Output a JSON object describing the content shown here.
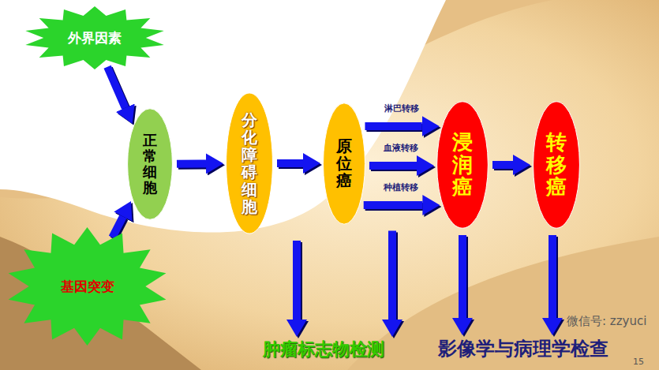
{
  "diagram": {
    "nodes": [
      {
        "text": [
          "外界因素"
        ]
      },
      {
        "text": [
          "基因突变"
        ]
      },
      {
        "text": [
          "正常细胞"
        ]
      },
      {
        "text": [
          "分化障碍细胞"
        ]
      },
      {
        "text": [
          "原位癌"
        ]
      },
      {
        "text": [
          "浸润癌"
        ]
      },
      {
        "text": [
          "转移癌"
        ]
      },
      {
        "text": [
          "肿瘤标志物检测"
        ]
      },
      {
        "text": [
          "影像学与病理学检查"
        ]
      }
    ],
    "edges": [
      {
        "from": 0,
        "to": 2,
        "arrow": "to"
      },
      {
        "from": 1,
        "to": 2,
        "arrow": "to"
      },
      {
        "from": 2,
        "to": 3,
        "arrow": "to"
      },
      {
        "from": 3,
        "to": 4,
        "arrow": "to"
      },
      {
        "from": 4,
        "to": 5,
        "label": "淋巴转移",
        "arrow": "to"
      },
      {
        "from": 4,
        "to": 5,
        "label": "血液转移",
        "arrow": "to"
      },
      {
        "from": 4,
        "to": 5,
        "label": "种植转移",
        "arrow": "to"
      },
      {
        "from": 5,
        "to": 6,
        "arrow": "to"
      },
      {
        "from": 3,
        "to": 7,
        "arrow": "to"
      },
      {
        "from": 4,
        "to": 7,
        "arrow": "to"
      },
      {
        "from": 5,
        "to": 8,
        "arrow": "to"
      },
      {
        "from": 6,
        "to": 8,
        "arrow": "to"
      }
    ],
    "labels": [
      "微信号: zzyuci",
      "15"
    ]
  }
}
